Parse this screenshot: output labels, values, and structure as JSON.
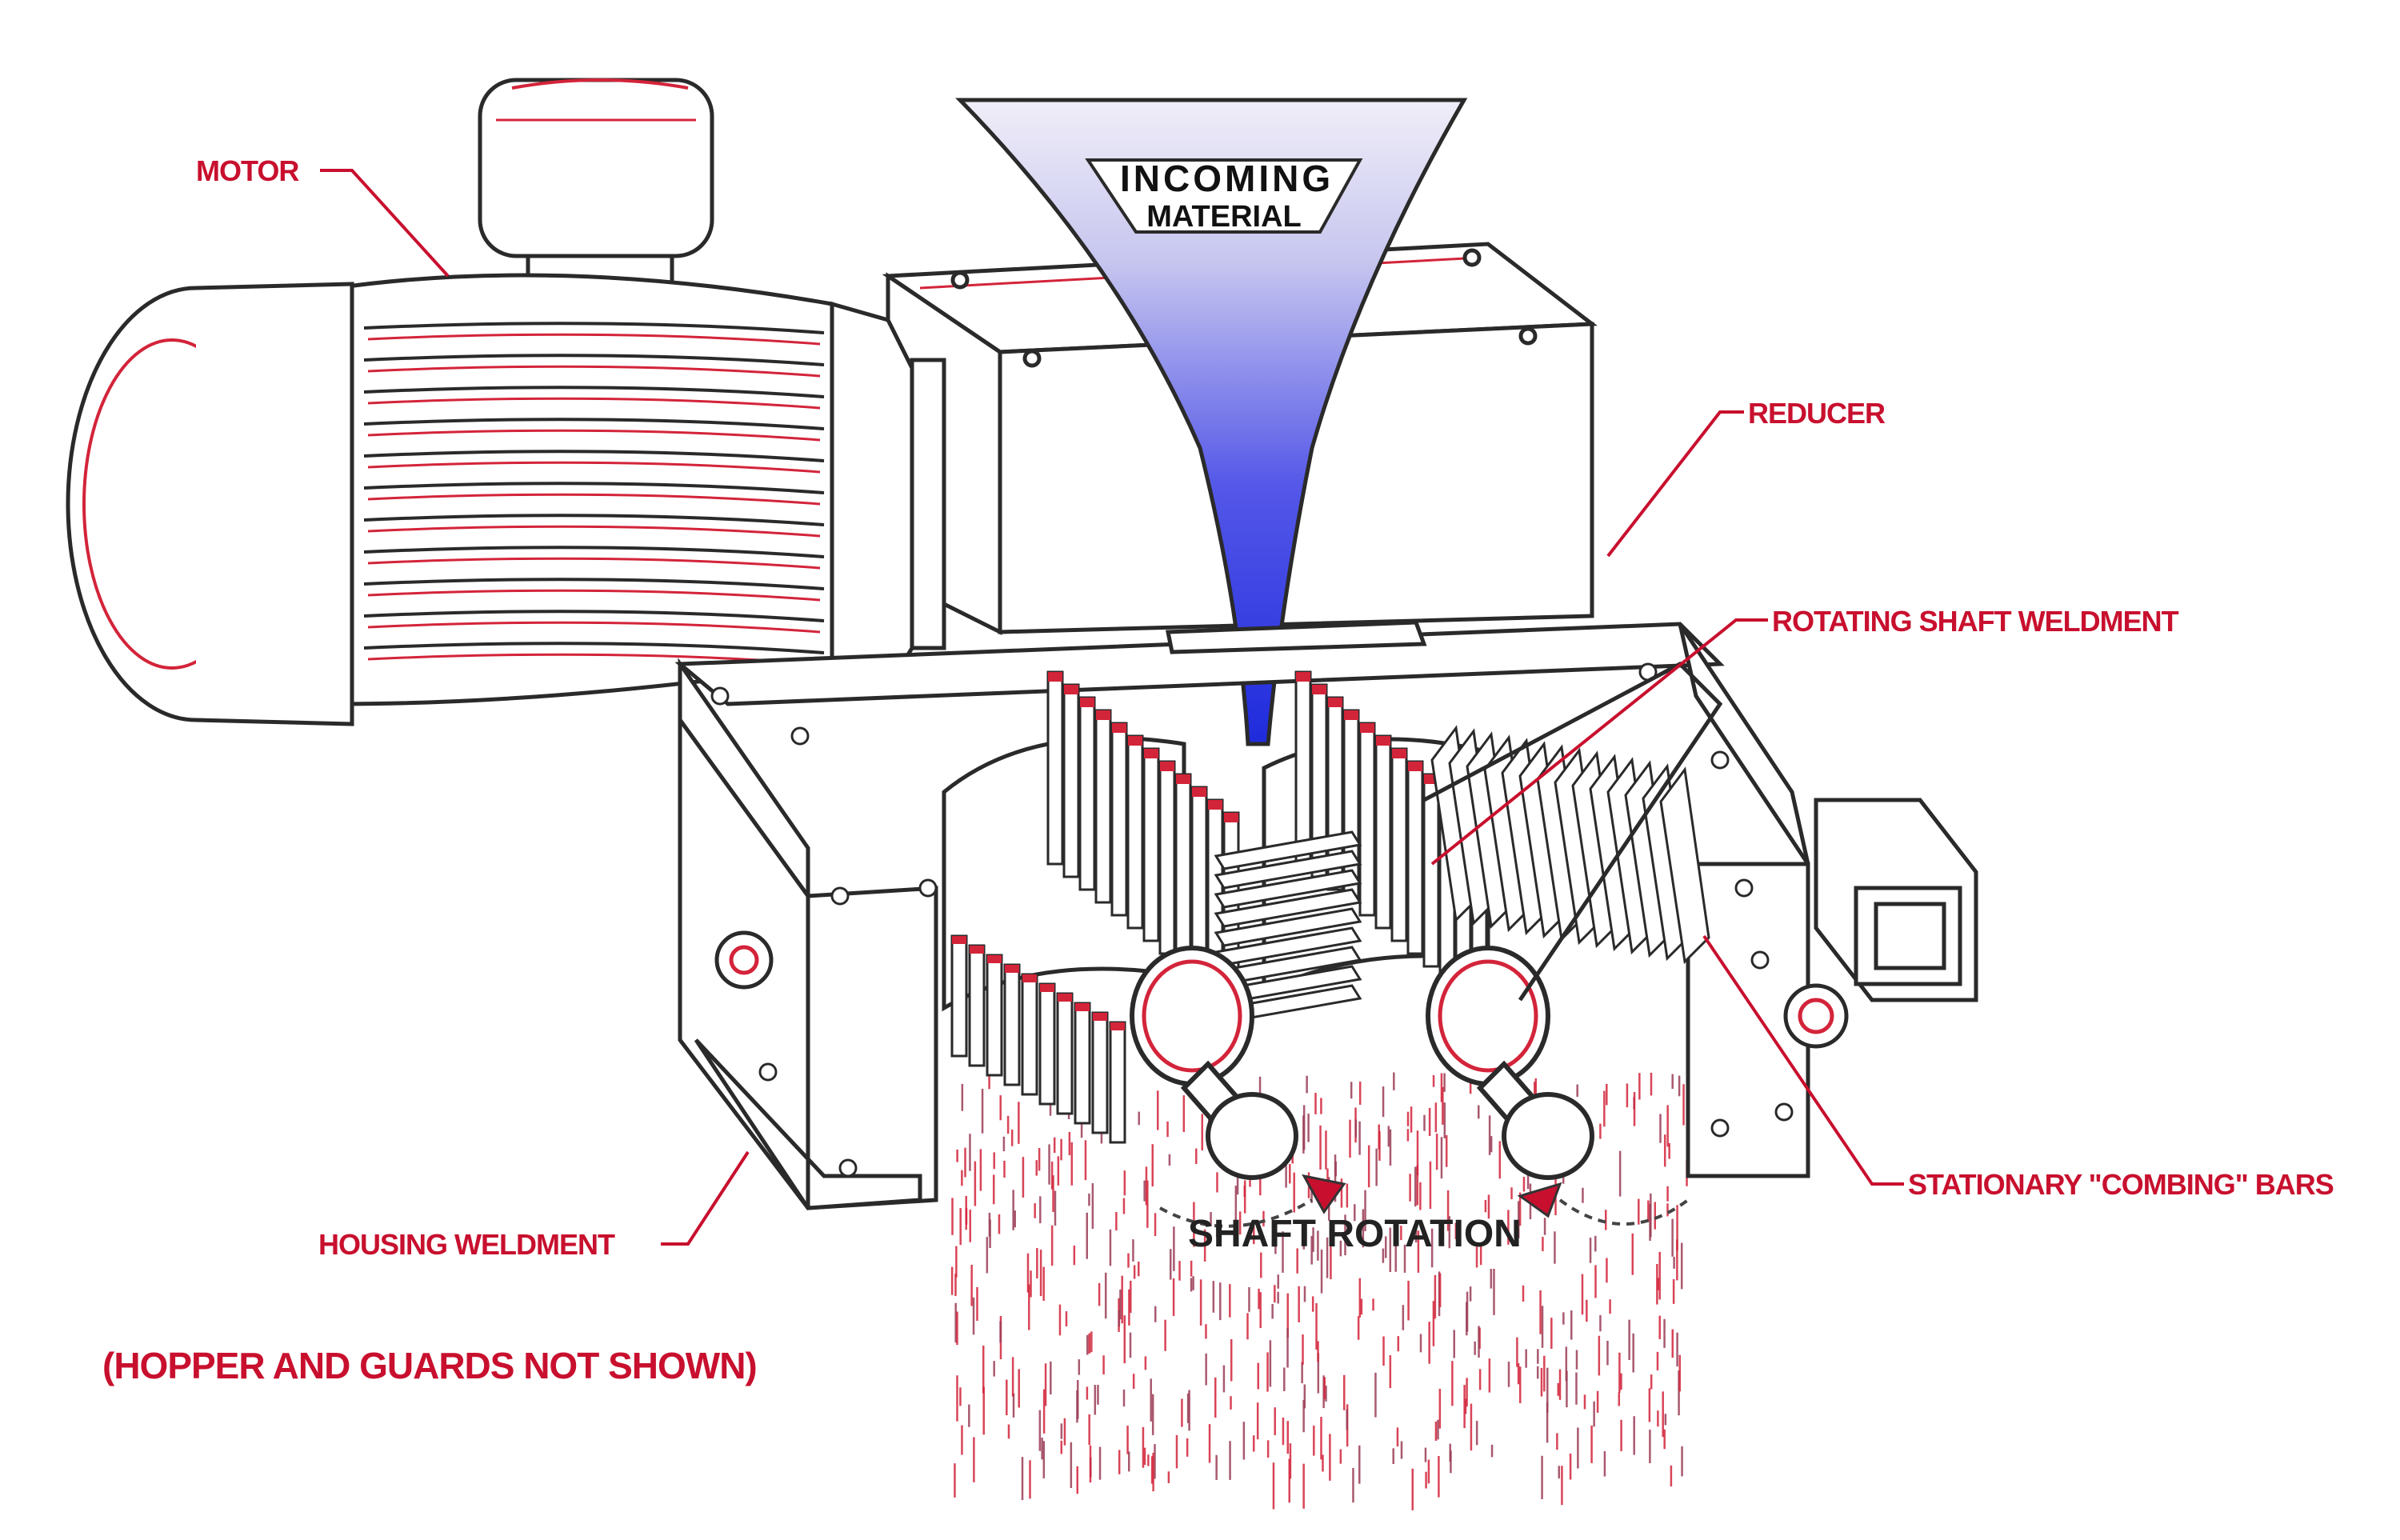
{
  "labels": {
    "motor": "MOTOR",
    "reducer": "REDUCER",
    "rotating_shaft": "ROTATING SHAFT WELDMENT",
    "stationary_bars": "STATIONARY \"COMBING\" BARS",
    "housing": "HOUSING WELDMENT",
    "shaft_rotation": "SHAFT ROTATION",
    "note": "(HOPPER AND GUARDS NOT SHOWN)",
    "incoming_line1": "INCOMING",
    "incoming_line2": "MATERIAL"
  },
  "colors": {
    "label_red": "#c8102e",
    "outline": "#2a2a2a",
    "accent_red": "#d3243a",
    "flow_blue": "#2430e0",
    "flow_light": "#e6e6f6"
  }
}
